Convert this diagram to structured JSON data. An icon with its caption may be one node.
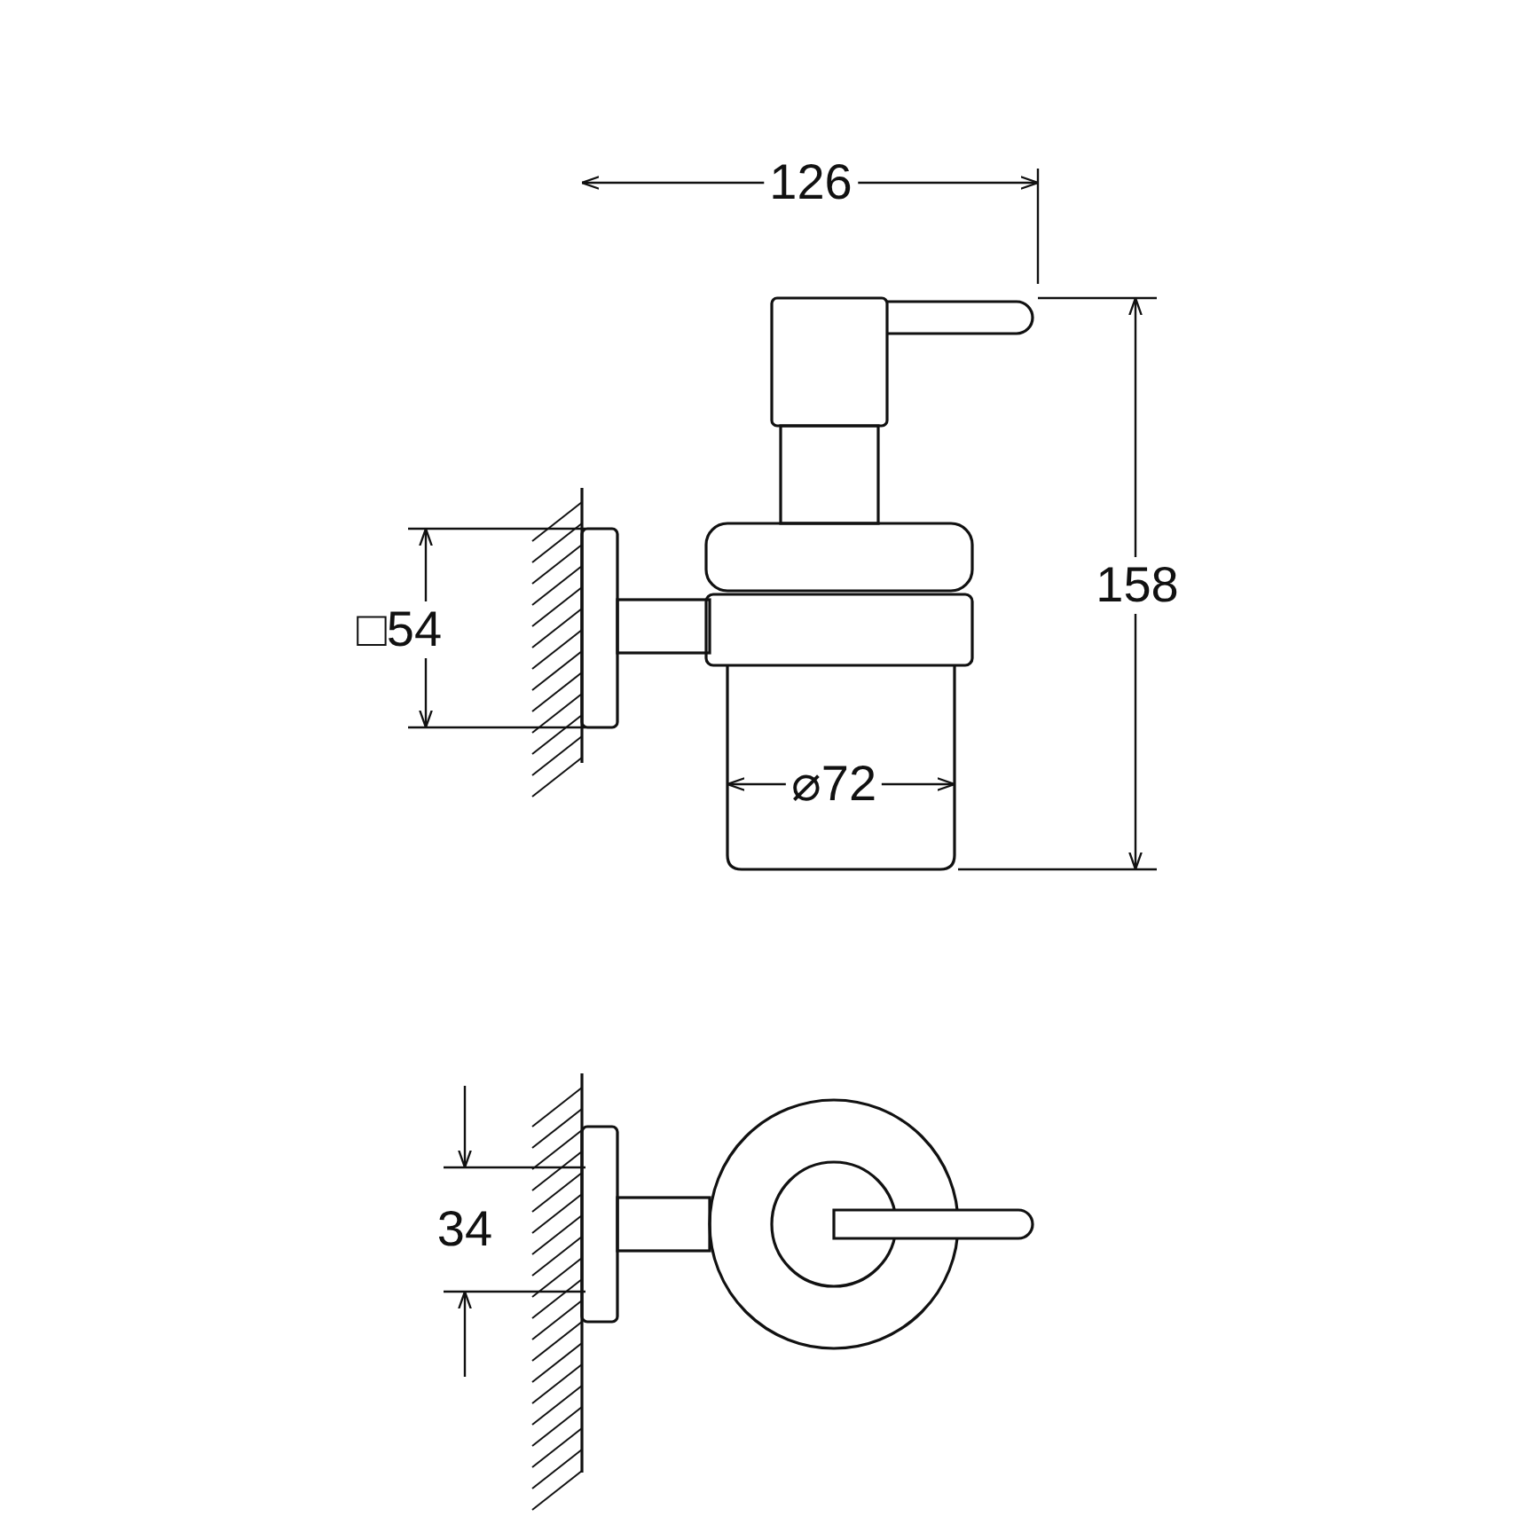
{
  "diagram": {
    "labels": [
      "126",
      "□54",
      "158",
      "⌀72",
      "34"
    ]
  }
}
